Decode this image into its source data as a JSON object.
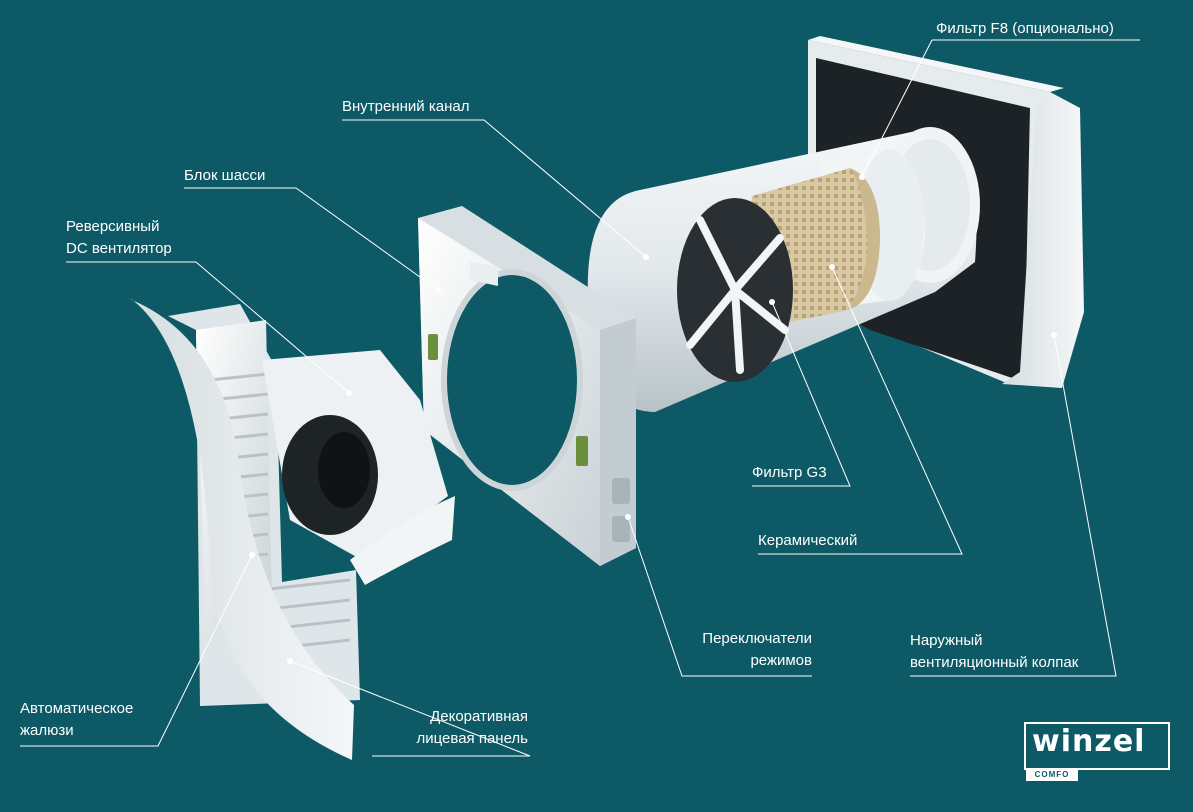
{
  "labels": {
    "filter_f8": "Фильтр F8 (опционально)",
    "inner_channel": "Внутренний канал",
    "chassis_block": "Блок шасси",
    "reversible_fan_l1": "Реверсивный",
    "reversible_fan_l2": "DC вентилятор",
    "filter_g3": "Фильтр G3",
    "ceramic": "Керамический",
    "mode_switches_l1": "Переключатели",
    "mode_switches_l2": "режимов",
    "outer_hood_l1": "Наружный",
    "outer_hood_l2": "вентиляционный колпак",
    "auto_shutter_l1": "Автоматическое",
    "auto_shutter_l2": "жалюзи",
    "front_panel_l1": "Декоративная",
    "front_panel_l2": "лицевая панель"
  },
  "logo": {
    "word": "winzel",
    "sub": "COMFO"
  },
  "colors": {
    "background": "#0d5a66",
    "leader": "#ffffff",
    "plastic": "#e9eef0",
    "ceramic": "#d6c7a1"
  }
}
